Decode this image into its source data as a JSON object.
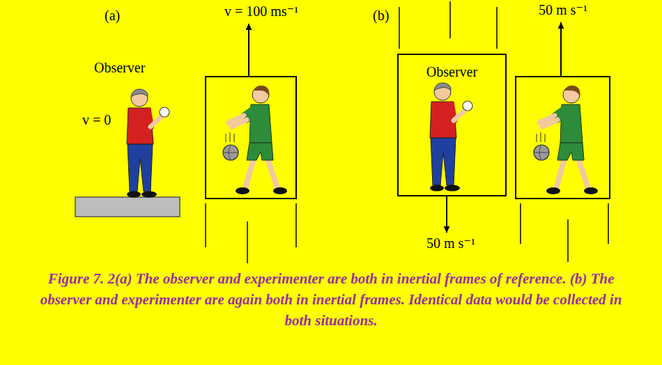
{
  "diagram": {
    "caption": "Figure 7. 2(a) The observer and experimenter are both in inertial frames of reference. (b) The observer and experimenter are again both in inertial frames. Identical data would be collected in both situations.",
    "nodes": [
      {
        "text": [
          "Observer"
        ]
      }
    ],
    "labels": [
      "(a)",
      "v = 100 ms⁻¹",
      "Observer",
      "v = 0",
      "(b)",
      "50 m s⁻¹",
      "50 m s⁻¹"
    ]
  }
}
